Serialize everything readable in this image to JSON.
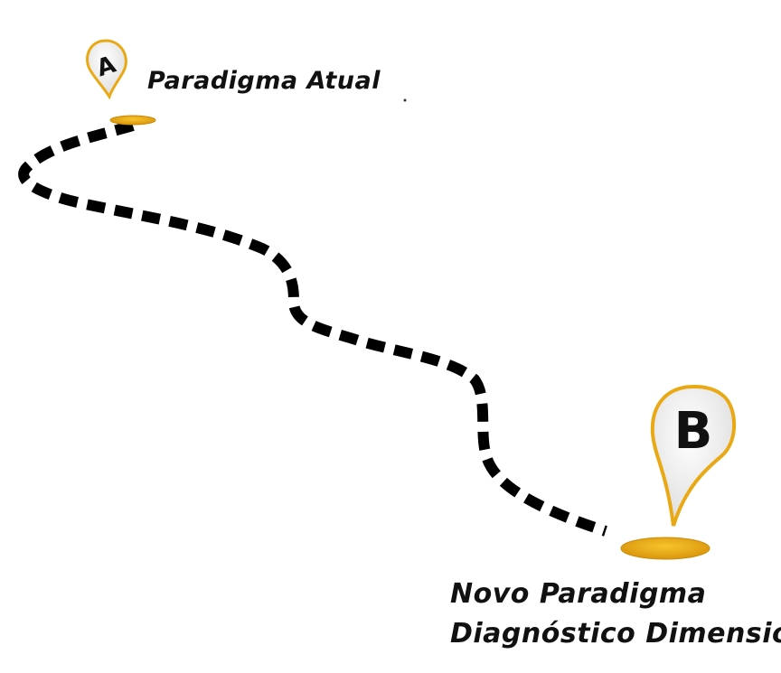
{
  "start": {
    "marker_letter": "A",
    "label": "Paradigma Atual"
  },
  "end": {
    "marker_letter": "B",
    "label_line1": "Novo Paradigma",
    "label_line2": "Diagnóstico Dimensional"
  },
  "colors": {
    "marker_gold": "#e8a915",
    "marker_fill": "#ededed",
    "path": "#000000",
    "text": "#111111"
  }
}
